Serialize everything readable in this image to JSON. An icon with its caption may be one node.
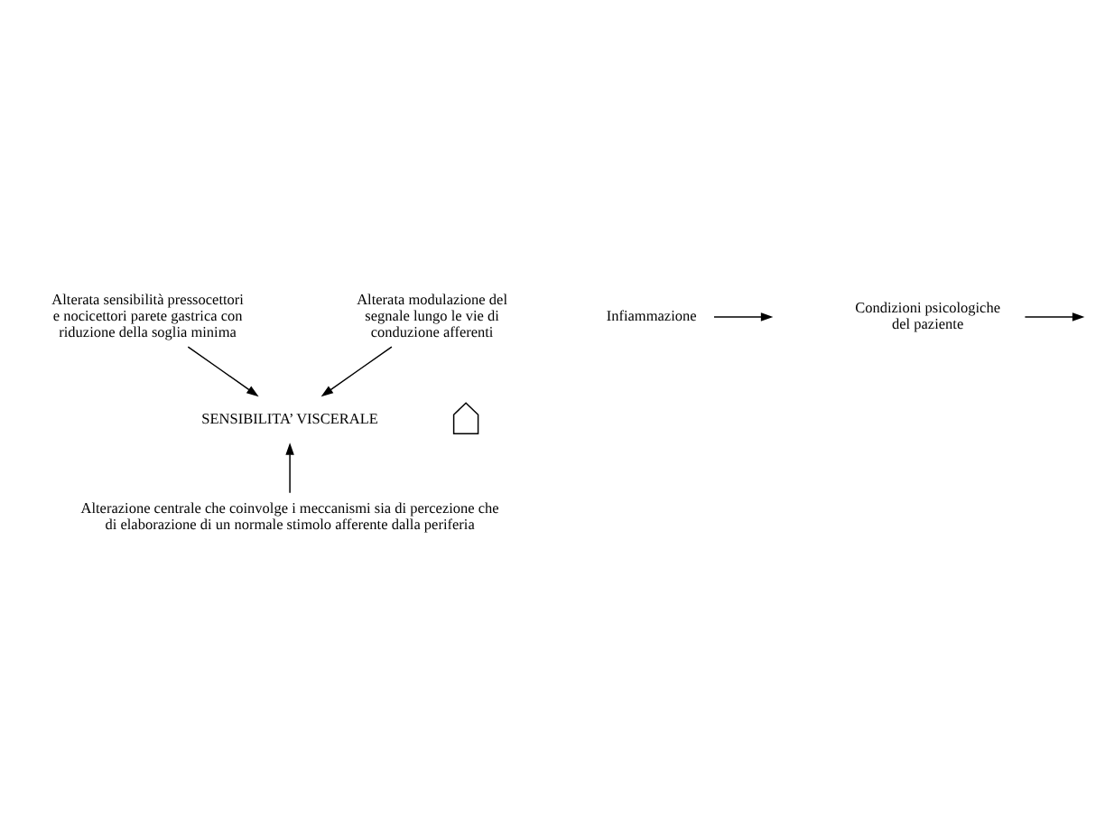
{
  "diagram": {
    "nodes": [
      {
        "text": [
          "Alterata sensibilità pressocettori e nocicettori parete gastrica con riduzione della soglia minima"
        ]
      },
      {
        "text": [
          "Alterata modulazione del segnale lungo le vie di conduzione afferenti"
        ]
      },
      {
        "text": [
          "Infiammazione"
        ]
      },
      {
        "text": [],
        "shape": "arrow"
      },
      {
        "text": [
          "SENSIBILITA’ VISCERALE"
        ]
      },
      {
        "text": [
          "Condizioni psicologiche del paziente"
        ]
      },
      {
        "text": [
          "Alterazione centrale che coinvolge i meccanismi sia di percezione che di elaborazione di un normale stimolo afferente dalla periferia"
        ]
      }
    ],
    "edges": [
      {
        "from": 0,
        "to": 4,
        "arrow": "to"
      },
      {
        "from": 2,
        "to": null,
        "arrow": "to"
      },
      {
        "from": 1,
        "to": 4,
        "arrow": "to"
      },
      {
        "from": 5,
        "to": null,
        "arrow": "to"
      },
      {
        "from": 6,
        "to": 4,
        "arrow": "to"
      }
    ]
  }
}
